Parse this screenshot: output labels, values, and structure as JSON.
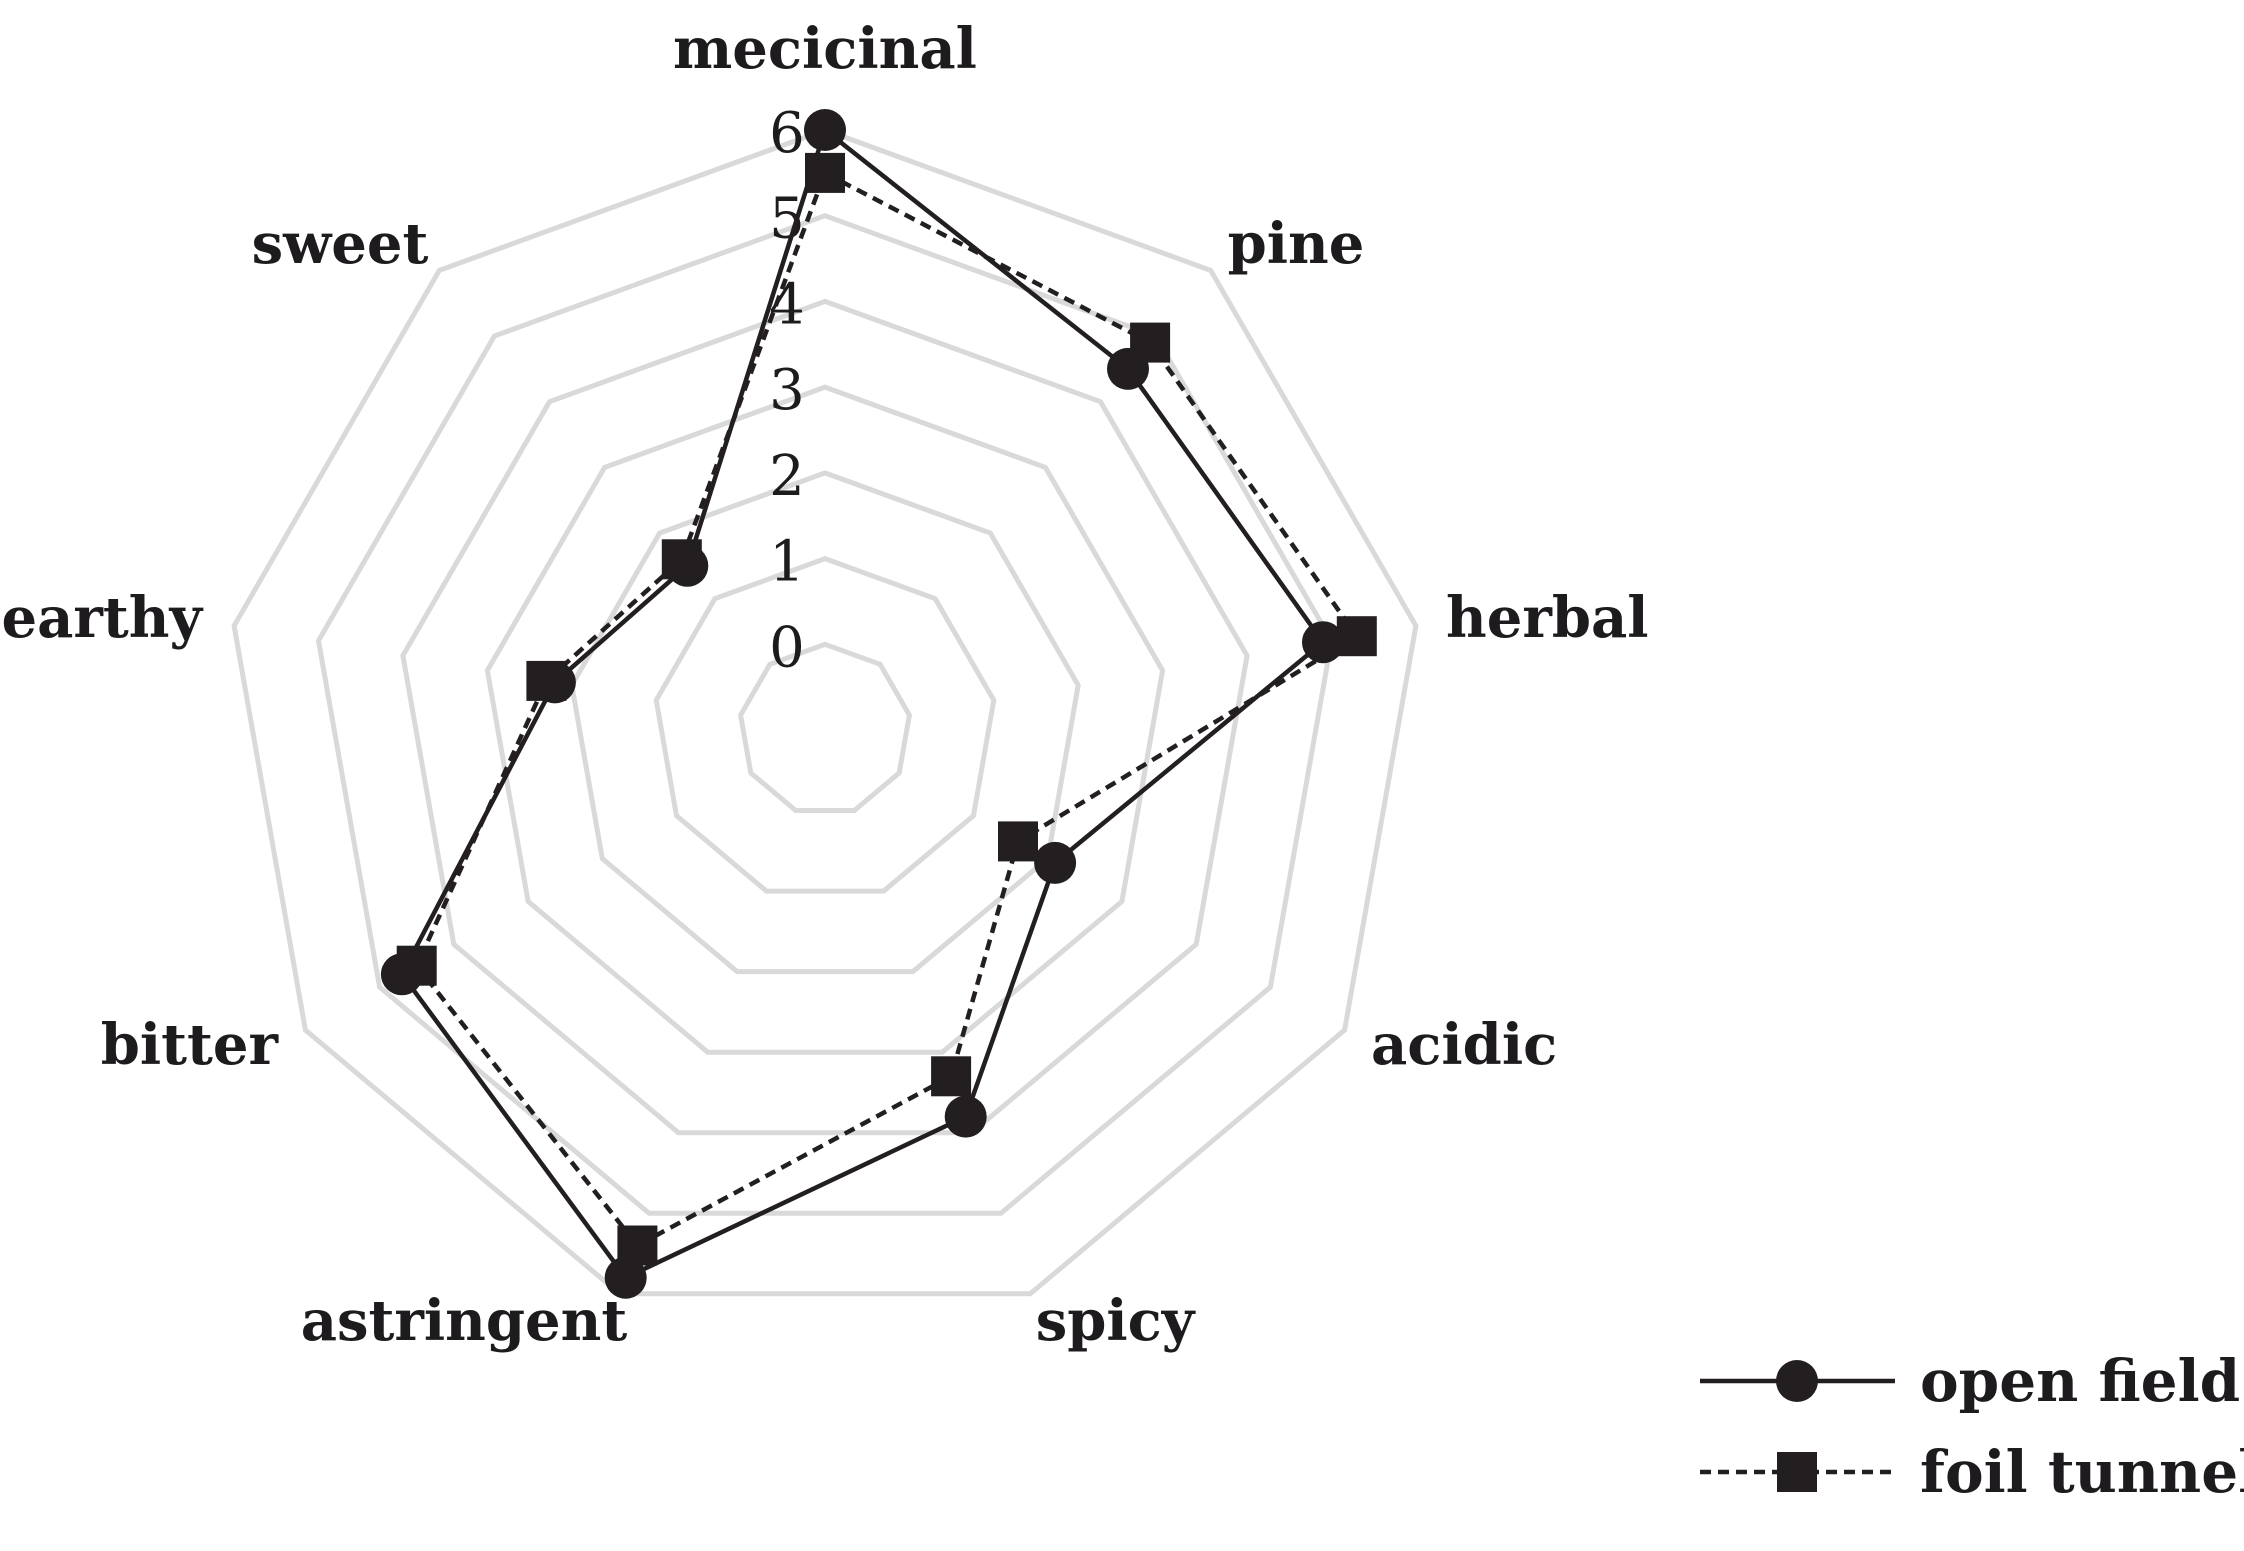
{
  "chart_data": {
    "type": "radar",
    "axes": [
      "mecicinal",
      "pine",
      "herbal",
      "acidic",
      "spicy",
      "astringent",
      "bitter",
      "earthy",
      "sweet"
    ],
    "rlim": [
      0,
      6
    ],
    "ticks": [
      "0",
      "1",
      "2",
      "3",
      "4",
      "5",
      "6"
    ],
    "grid": true,
    "legend_position": "bottom-right",
    "series": [
      {
        "name": "open field",
        "marker": "circle",
        "line": "solid",
        "values": [
          6.0,
          4.5,
          4.9,
          2.1,
          3.8,
          5.8,
          4.7,
          2.2,
          1.5
        ]
      },
      {
        "name": "foil tunnel",
        "marker": "square",
        "line": "dashed",
        "values": [
          5.5,
          4.9,
          5.3,
          1.6,
          3.3,
          5.4,
          4.5,
          2.3,
          1.6
        ]
      }
    ],
    "colors": {
      "series": "#231f20",
      "grid": "#d9d9d9"
    }
  }
}
